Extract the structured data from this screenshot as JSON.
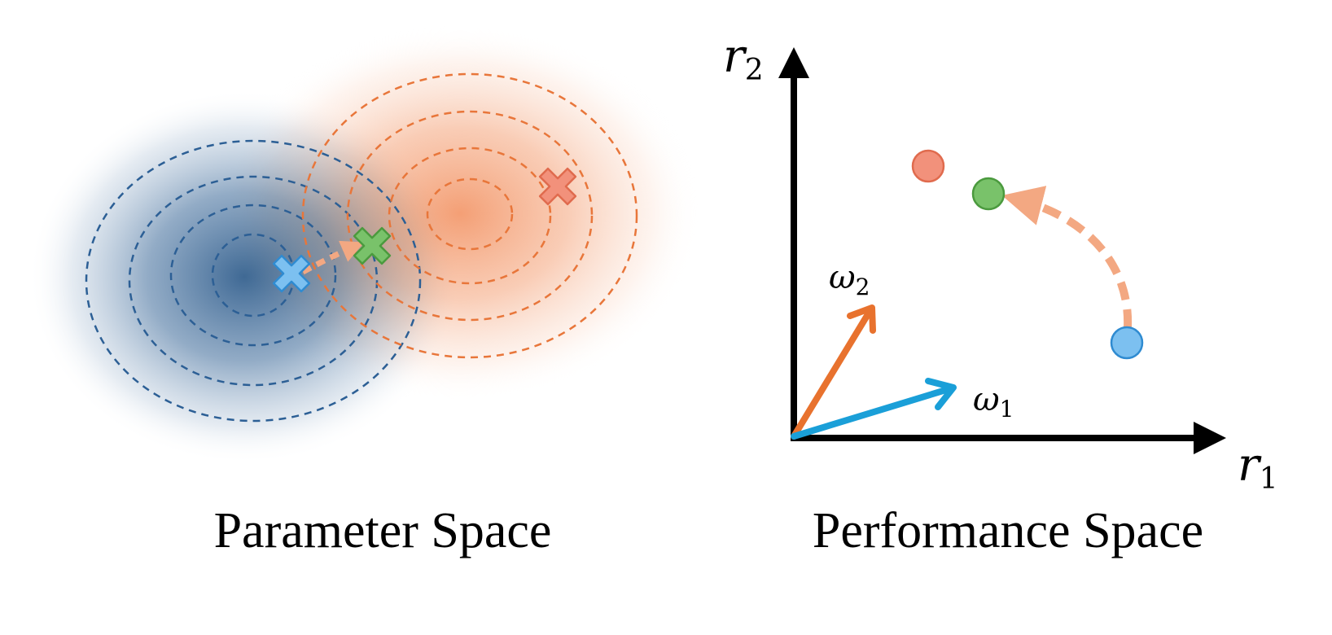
{
  "captions": {
    "left": "Parameter Space",
    "right": "Performance Space"
  },
  "axes": {
    "x": {
      "symbol": "r",
      "subscript": "1"
    },
    "y": {
      "symbol": "r",
      "subscript": "2"
    }
  },
  "vectors": {
    "w1": {
      "symbol": "ω",
      "subscript": "1",
      "color": "#1a9fd8"
    },
    "w2": {
      "symbol": "ω",
      "subscript": "2",
      "color": "#e8722e"
    }
  },
  "colors": {
    "blue_region": "#35618f",
    "blue_contour": "#2c5f95",
    "orange_region": "#f39a6e",
    "orange_contour": "#e8763a",
    "blue_marker": "#7cc0f0",
    "green_marker": "#79c26a",
    "orange_marker": "#f2917b",
    "trajectory": "#f3a882"
  },
  "markers": {
    "left": [
      "blue-cross",
      "green-cross",
      "orange-cross"
    ],
    "right": [
      "orange-dot",
      "green-dot",
      "blue-dot"
    ]
  }
}
